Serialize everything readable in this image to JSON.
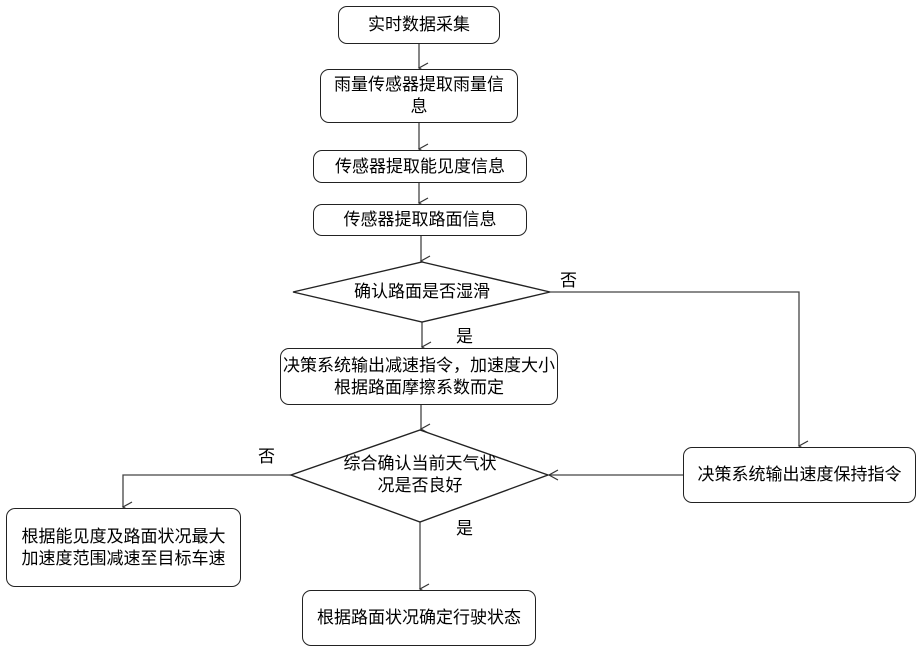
{
  "flowchart": {
    "nodes": {
      "collect": "实时数据采集",
      "rain": "雨量传感器提取雨量信息",
      "visibility": "传感器提取能见度信息",
      "road": "传感器提取路面信息",
      "decision_slippery": "确认路面是否湿滑",
      "decelerate": "决策系统输出减速指令，加速度大小根据路面摩擦系数而定",
      "decision_weather": "综合确认当前天气状况是否良好",
      "keep_speed": "决策系统输出速度保持指令",
      "max_decel": "根据能见度及路面状况最大加速度范围减速至目标车速",
      "drive_state": "根据路面状况确定行驶状态"
    },
    "labels": {
      "slippery_no": "否",
      "slippery_yes": "是",
      "weather_no": "否",
      "weather_yes": "是"
    }
  }
}
